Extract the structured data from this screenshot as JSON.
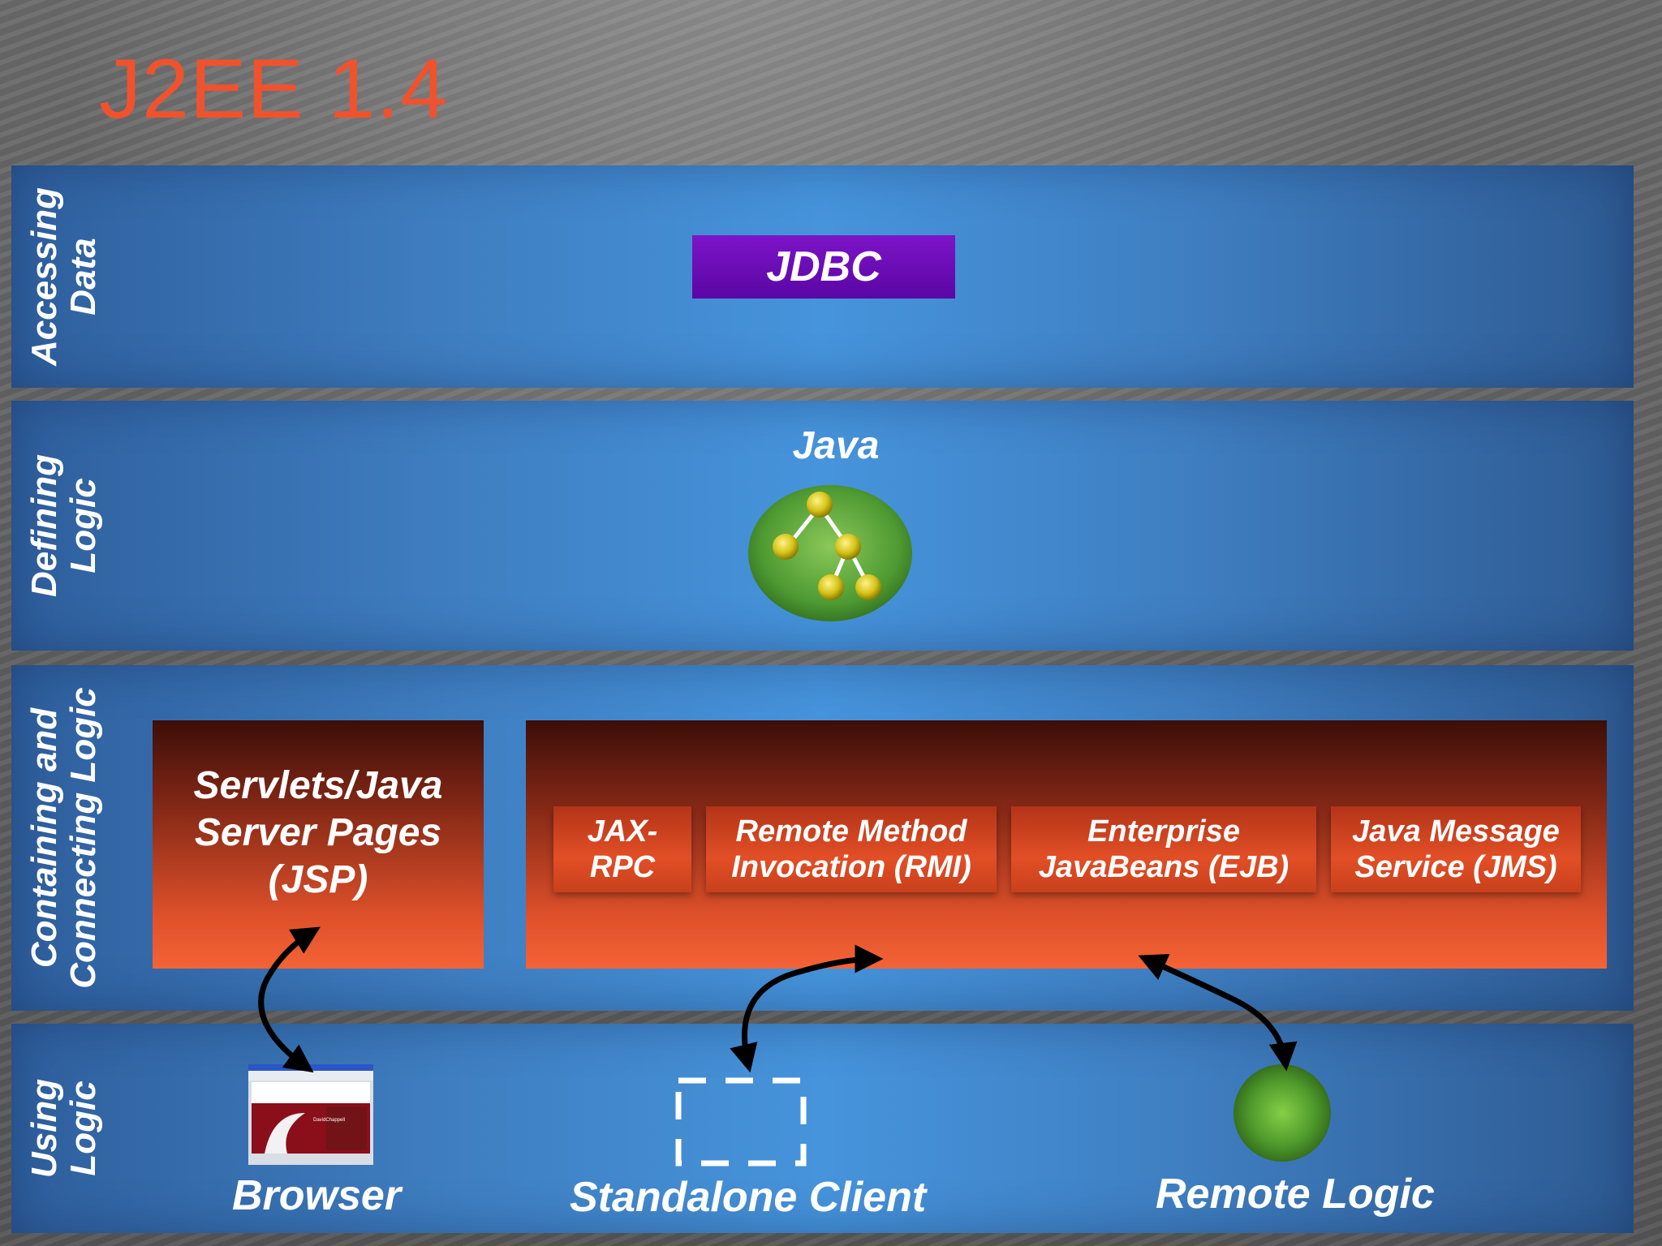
{
  "title": "J2EE 1.4",
  "bands": {
    "accessing_data": [
      "Accessing",
      "Data"
    ],
    "defining_logic": [
      "Defining",
      "Logic"
    ],
    "containing_logic": [
      "Containing and",
      "Connecting Logic"
    ],
    "using_logic": [
      "Using",
      "Logic"
    ]
  },
  "jdbc": "JDBC",
  "java": "Java",
  "jsp": [
    "Servlets/Java",
    "Server Pages",
    "(JSP)"
  ],
  "technologies": {
    "jax": [
      "JAX-",
      "RPC"
    ],
    "rmi": [
      "Remote Method",
      "Invocation (RMI)"
    ],
    "ejb": [
      "Enterprise",
      "JavaBeans (EJB)"
    ],
    "jms": [
      "Java Message",
      "Service (JMS)"
    ]
  },
  "clients": {
    "browser": "Browser",
    "standalone": "Standalone Client",
    "remote": "Remote Logic"
  },
  "browser_thumb_text": "DavidChappell",
  "colors": {
    "title": "#f0522e",
    "band_blue": "#3f7fc2",
    "jdbc_purple": "#6a0db8",
    "container_orange": "#f46336",
    "green_node": "#5a9e3a"
  }
}
